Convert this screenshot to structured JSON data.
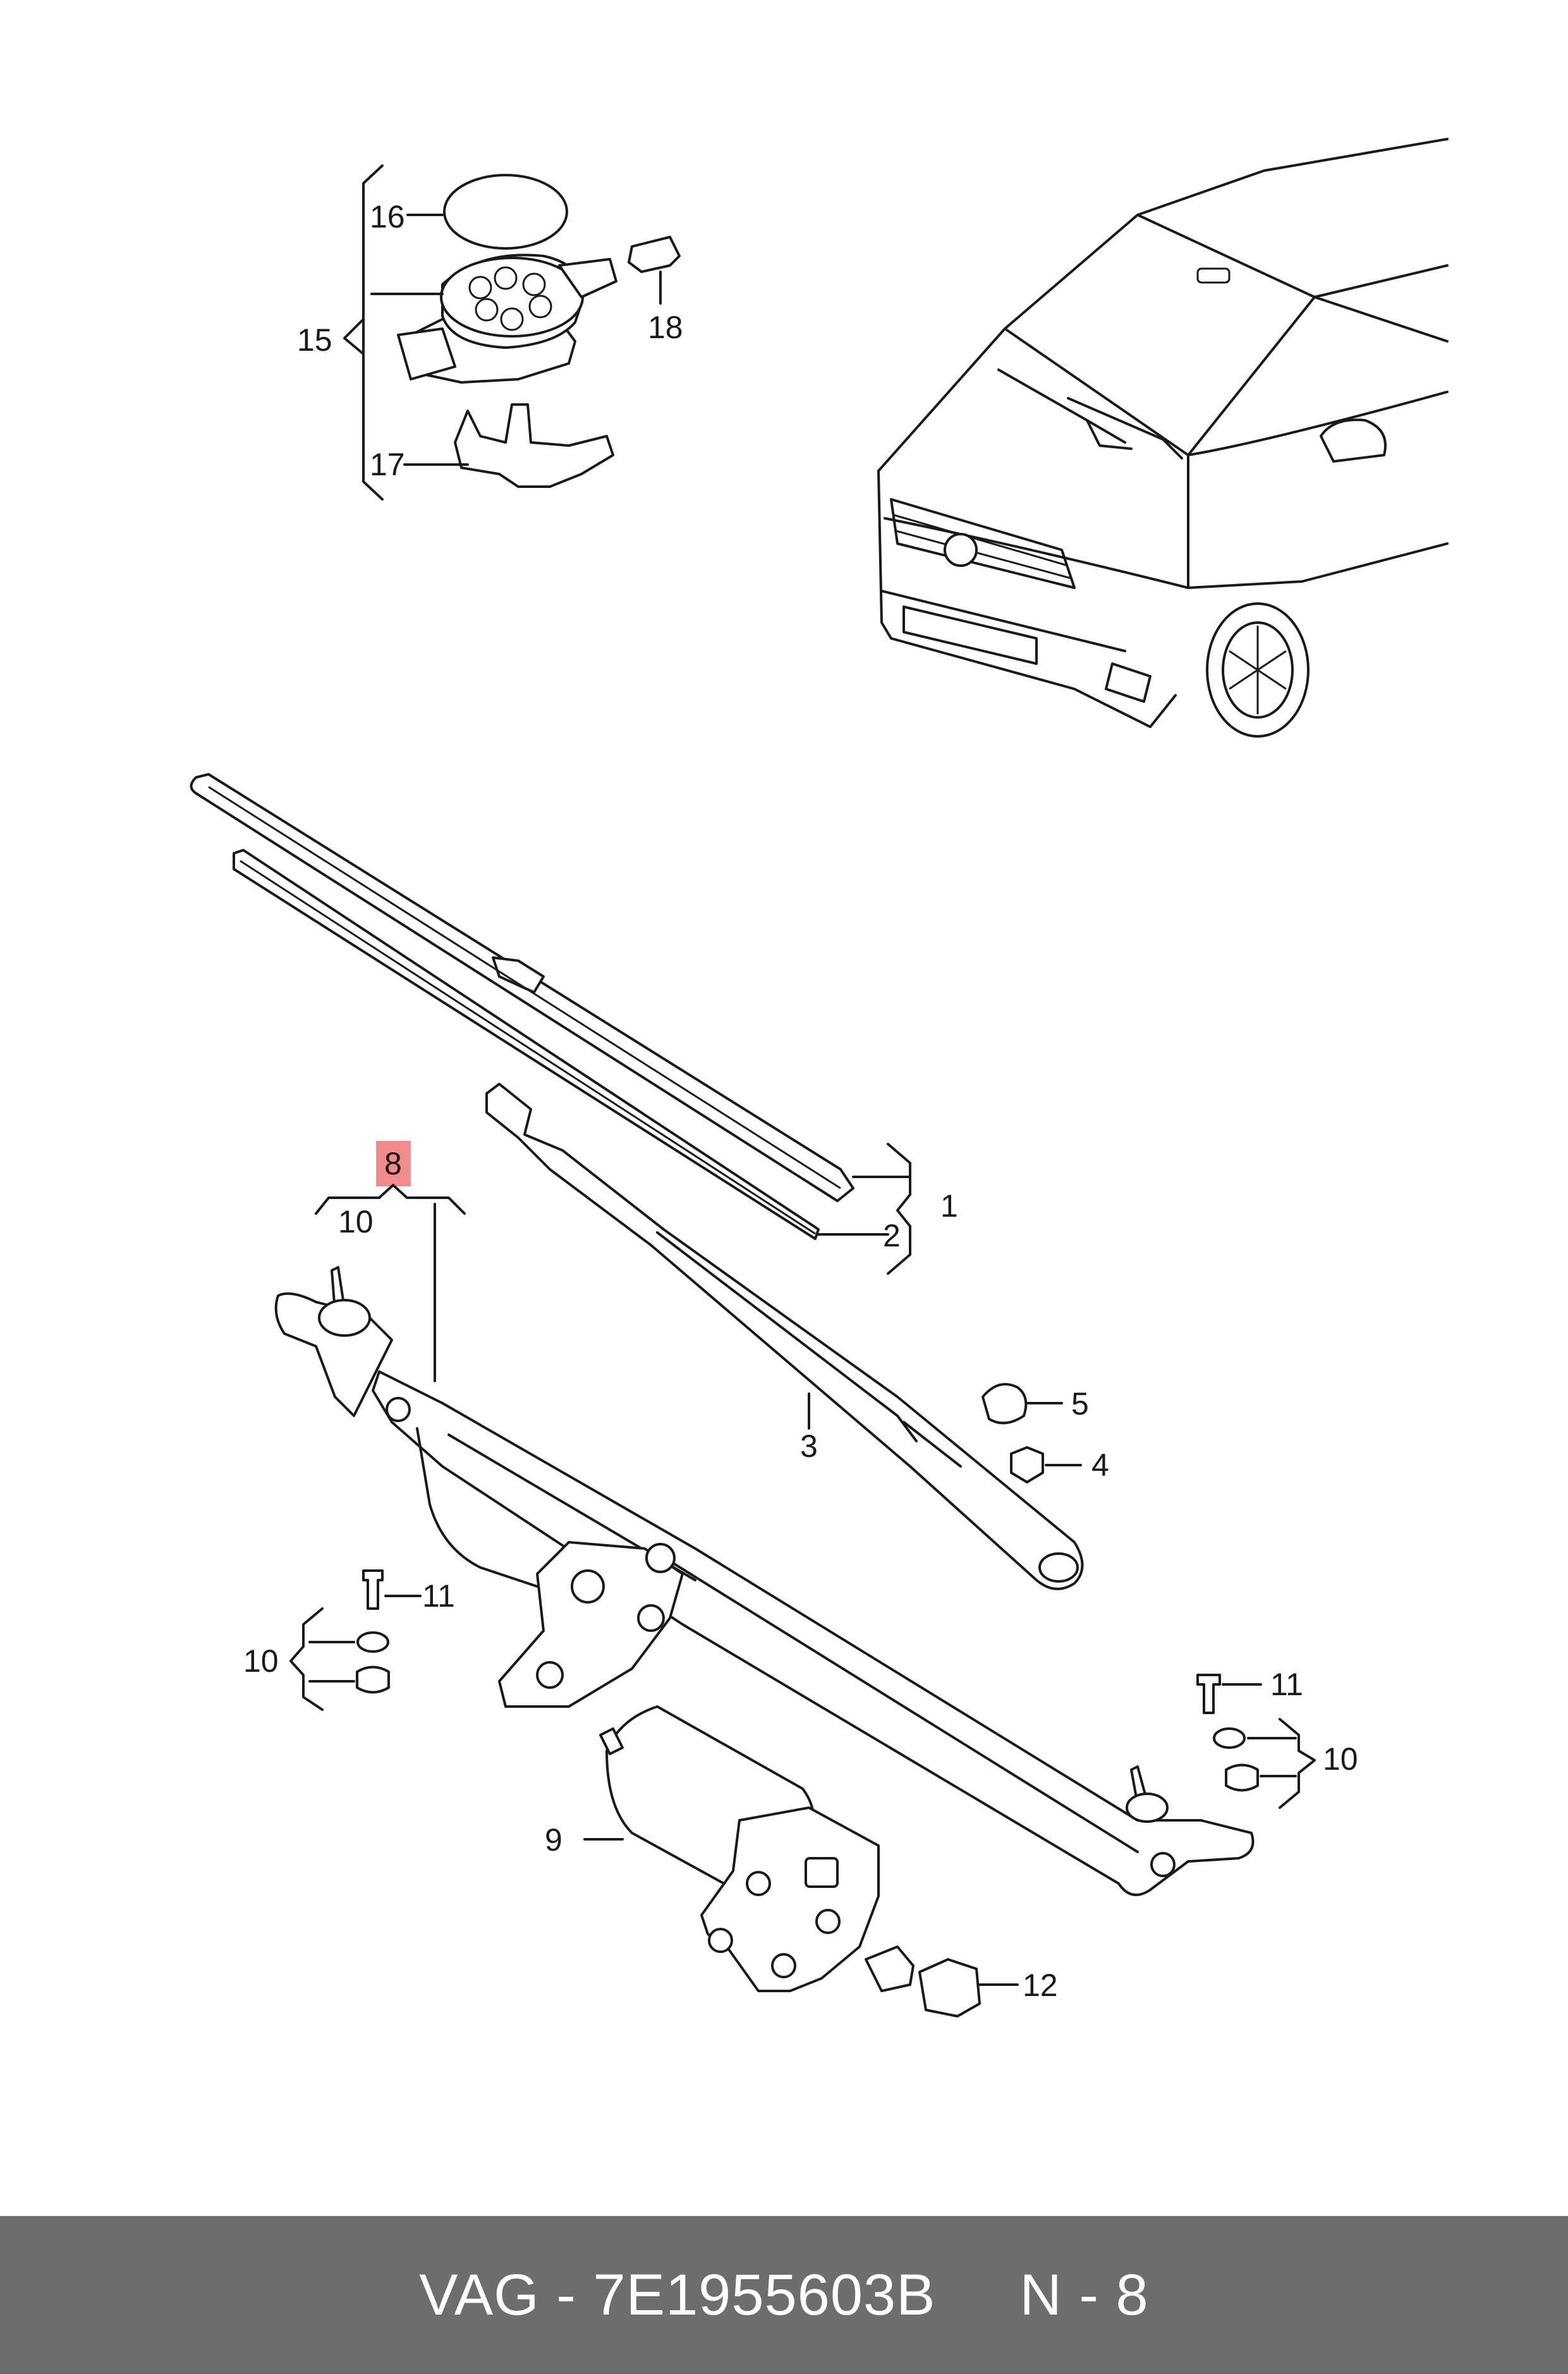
{
  "labels": {
    "l1": "1",
    "l2": "2",
    "l3": "3",
    "l4": "4",
    "l5": "5",
    "l8": "8",
    "l9": "9",
    "l10_top": "10",
    "l10_left": "10",
    "l10_right": "10",
    "l11_left": "11",
    "l11_right": "11",
    "l12": "12",
    "l15": "15",
    "l16": "16",
    "l17": "17",
    "l18": "18"
  },
  "highlight_color": "#f28b8b",
  "footer": {
    "brand": "VAG",
    "separator": " - ",
    "part_number": "7E1955603B",
    "gap": "     ",
    "position": "N - 8"
  }
}
